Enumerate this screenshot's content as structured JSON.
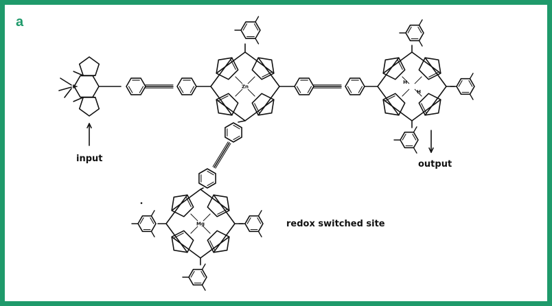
{
  "panel": {
    "letter": "a"
  },
  "labels": {
    "input": "input",
    "output": "output",
    "redox": "redox switched site"
  },
  "atoms": {
    "boron": "B",
    "zinc": "Zn",
    "hydrogen": "H",
    "metal": "Mg"
  },
  "colors": {
    "frame": "#1f9a6b",
    "ink": "#111111"
  }
}
